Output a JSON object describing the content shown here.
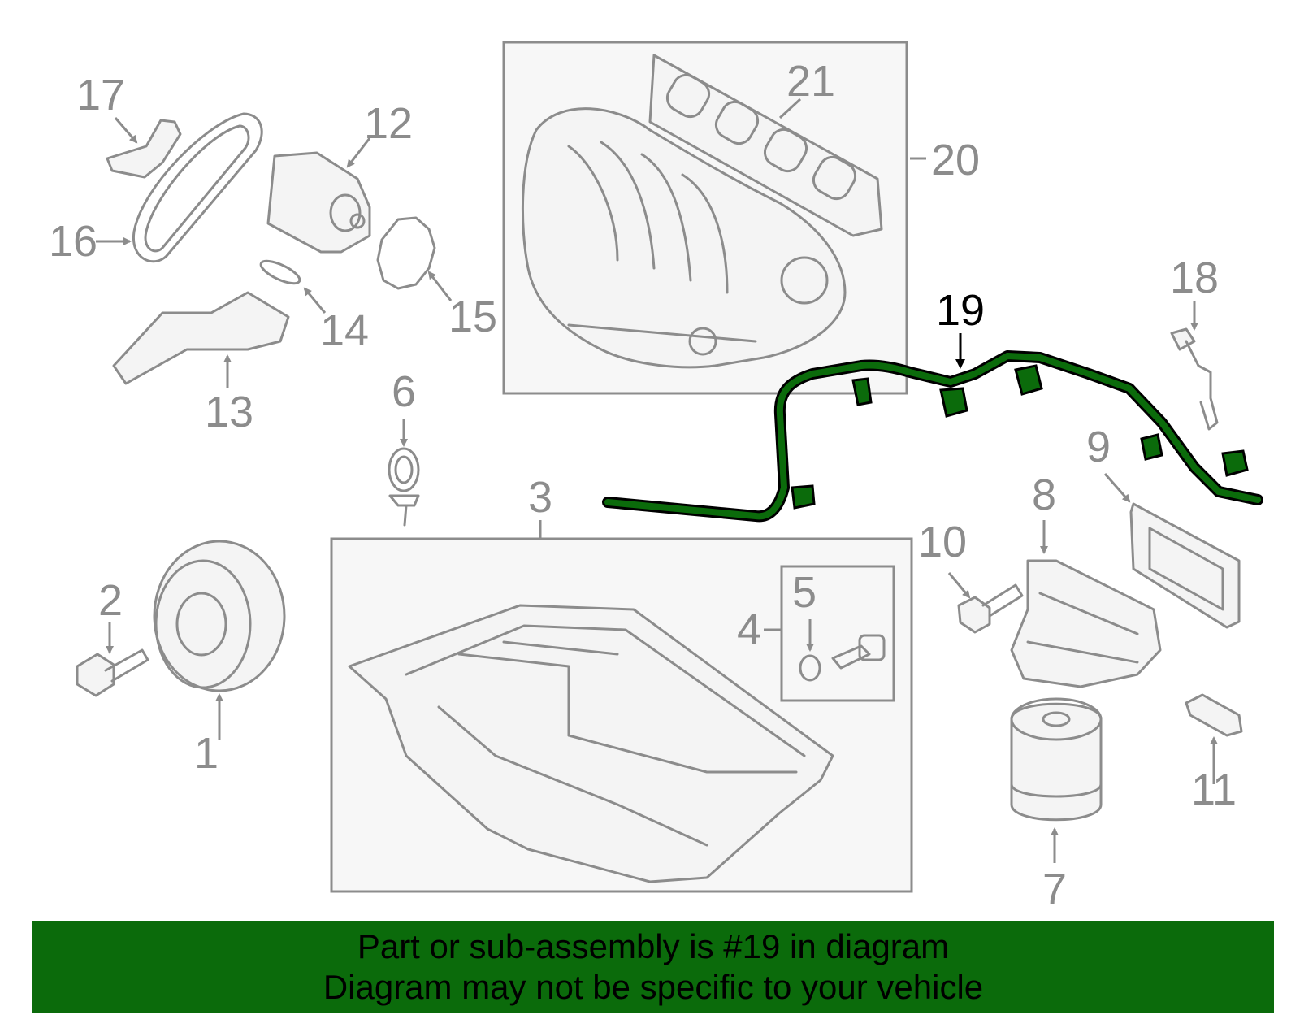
{
  "diagram": {
    "highlight_color": "#0b6b0b",
    "callouts": {
      "c1": "1",
      "c2": "2",
      "c3": "3",
      "c4": "4",
      "c5": "5",
      "c6": "6",
      "c7": "7",
      "c8": "8",
      "c9": "9",
      "c10": "10",
      "c11": "11",
      "c12": "12",
      "c13": "13",
      "c14": "14",
      "c15": "15",
      "c16": "16",
      "c17": "17",
      "c18": "18",
      "c19": "19",
      "c20": "20",
      "c21": "21"
    },
    "highlighted_part": "19"
  },
  "banner": {
    "line1": "Part or sub-assembly is #19 in diagram",
    "line2": "Diagram may not be specific to your vehicle",
    "background": "#0b6b0b"
  }
}
